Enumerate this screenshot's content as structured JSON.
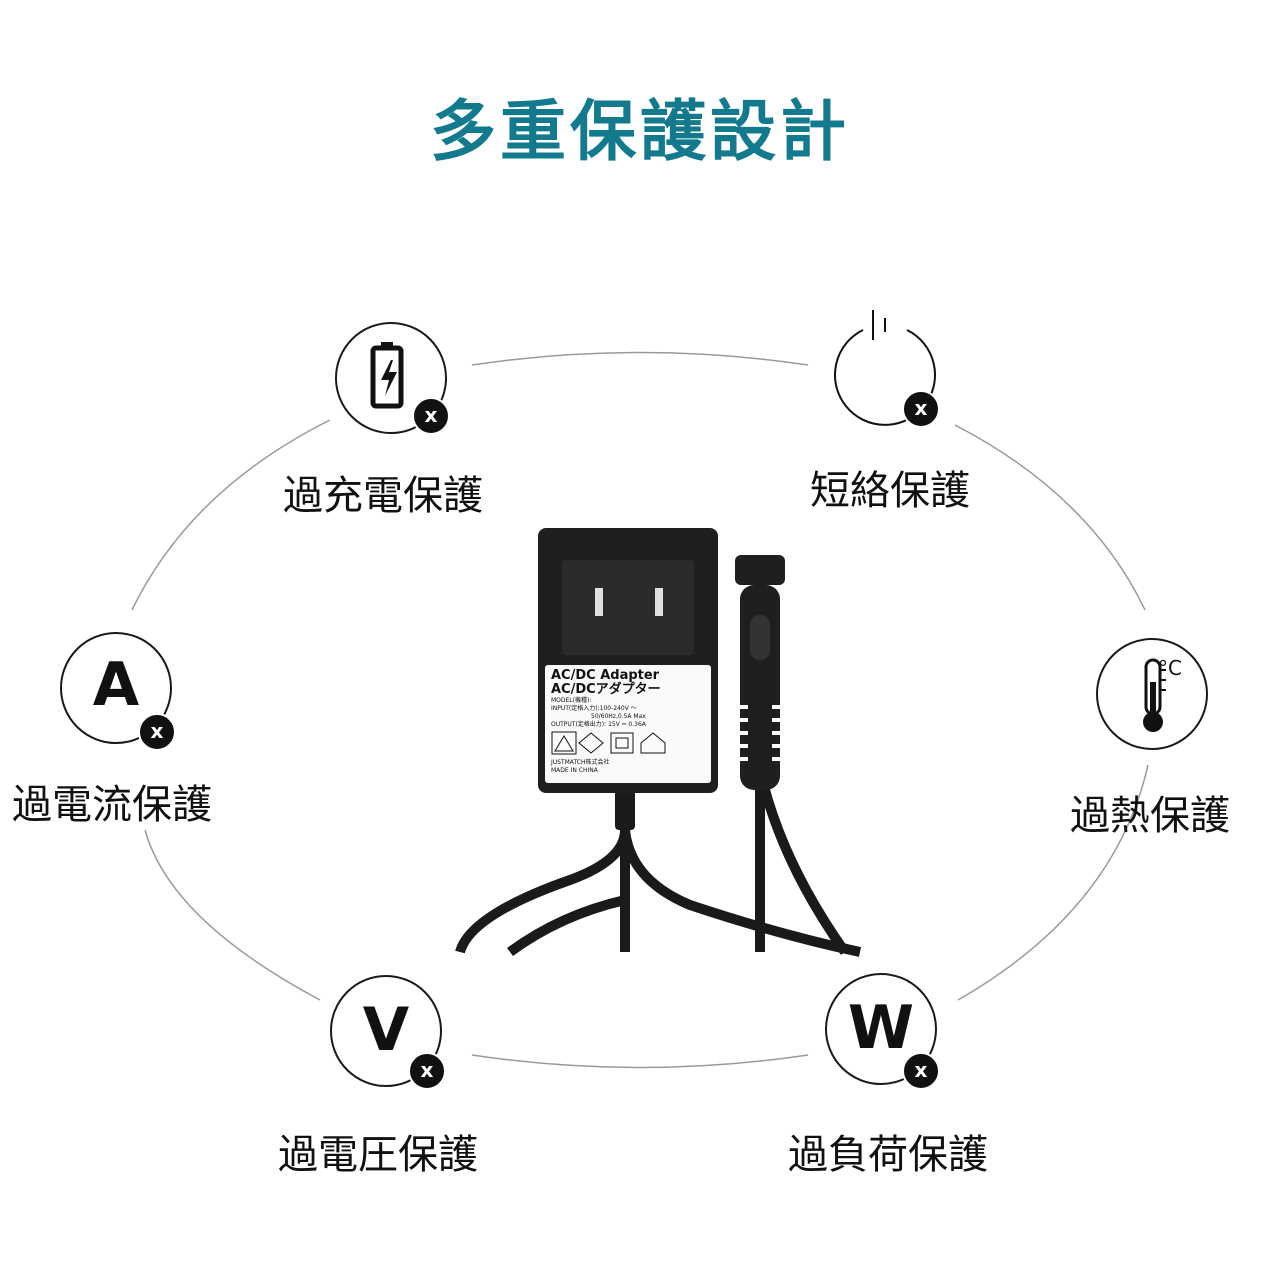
{
  "title": {
    "text": "多重保護設計",
    "color": "#127a8c"
  },
  "features": [
    {
      "id": "overcharge",
      "label": "過充電保護",
      "icon": "battery-charging-icon"
    },
    {
      "id": "shortcircuit",
      "label": "短絡保護",
      "icon": "power-icon"
    },
    {
      "id": "overcurrent",
      "label": "過電流保護",
      "icon": "ampere-icon",
      "letter": "A"
    },
    {
      "id": "overheat",
      "label": "過熱保護",
      "icon": "thermometer-icon",
      "unit": "°C"
    },
    {
      "id": "overvoltage",
      "label": "過電圧保護",
      "icon": "voltage-icon",
      "letter": "V"
    },
    {
      "id": "overload",
      "label": "過負荷保護",
      "icon": "watt-icon",
      "letter": "W"
    }
  ],
  "badge": {
    "text": "x"
  },
  "adapter_label": {
    "line1": "AC/DC Adapter",
    "line2": "AC/DCアダプター",
    "model": "MODEL(機種):",
    "input": "INPUT(定格入力):100-240V ～",
    "input2": "50/60Hz,0.5A Max",
    "output": "OUTPUT(定格出力): 15V ⎓ 0.36A",
    "maker": "JUSTMATCH株式会社",
    "origin": "MADE IN CHINA"
  }
}
